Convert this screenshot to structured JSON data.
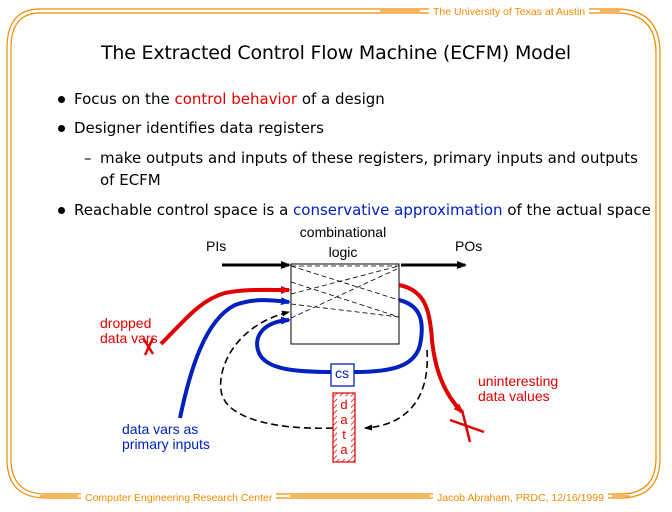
{
  "header": {
    "affiliation": "The University of Texas at Austin"
  },
  "footer": {
    "left": "Computer Engineering Research Center",
    "right": "Jacob Abraham, PRDC, 12/16/1999"
  },
  "slide": {
    "title": "The Extracted Control Flow Machine (ECFM) Model",
    "bullets": [
      {
        "before": "Focus on the ",
        "highlight": "control behavior",
        "after": " of a design"
      },
      {
        "text": "Designer identifies data registers"
      },
      {
        "dash": "–",
        "text": "make outputs and inputs of these registers, primary inputs and outputs of ECFM"
      },
      {
        "before": "Reachable control space is a ",
        "highlight": "conservative approximation",
        "after": " of the actual space"
      }
    ]
  },
  "diagram": {
    "pis": "PIs",
    "combinational": "combinational",
    "logic": "logic",
    "pos": "POs",
    "dropped": "dropped data vars",
    "cs": "cs",
    "uninteresting": "uninteresting data values",
    "datavars": "data vars as primary inputs",
    "data_letters": [
      "d",
      "a",
      "t",
      "a"
    ]
  },
  "colors": {
    "frame": "#f08a00",
    "highlight_red": "#e00000",
    "highlight_blue": "#0020c0"
  }
}
